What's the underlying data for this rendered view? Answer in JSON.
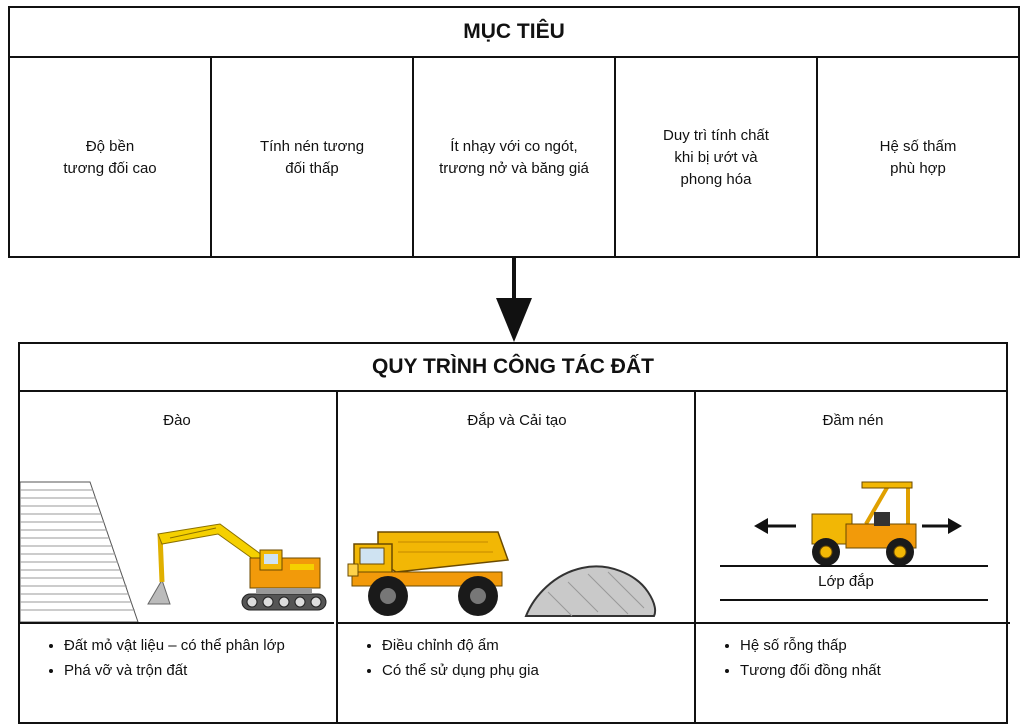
{
  "objectives": {
    "title": "MỤC TIÊU",
    "items": [
      "Độ bền\ntương đối cao",
      "Tính nén tương\nđối thấp",
      "Ít nhạy với co ngót,\ntrương nở và băng giá",
      "Duy trì tính chất\nkhi bị ướt và\nphong hóa",
      "Hệ số thấm\nphù hợp"
    ]
  },
  "process": {
    "title": "QUY TRÌNH CÔNG TÁC ĐẤT",
    "stages": [
      {
        "title": "Đào",
        "bullets": [
          "Đất mỏ vật liệu – có thể phân lớp",
          "Phá vỡ và trộn đất"
        ]
      },
      {
        "title": "Đắp và Cải tạo",
        "bullets": [
          "Điều chỉnh độ ẩm",
          "Có thể sử dụng phụ gia"
        ]
      },
      {
        "title": "Đầm nén",
        "layer_label": "Lớp đắp",
        "bullets": [
          "Hệ số rỗng thấp",
          "Tương đối đồng nhất"
        ]
      }
    ]
  },
  "colors": {
    "machine_yellow": "#f2b705",
    "machine_orange": "#f29a0a",
    "tire": "#1a1a1a",
    "soil_gray": "#c9c9c9"
  },
  "icons": [
    "excavator-icon",
    "dump-truck-icon",
    "soil-pile-icon",
    "roller-compactor-icon",
    "arrow-left-icon",
    "arrow-right-icon",
    "arrow-down-icon"
  ]
}
